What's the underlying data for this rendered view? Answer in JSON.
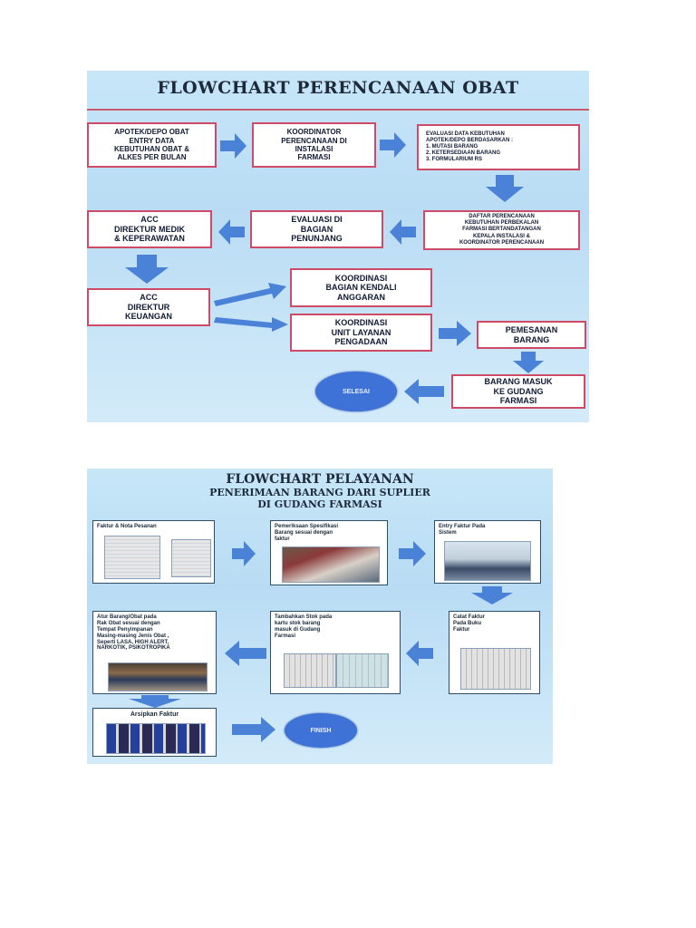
{
  "flowchart_1": {
    "title": "FLOWCHART PERENCANAAN OBAT",
    "boxes": {
      "apotek": "APOTEK/DEPO OBAT\nENTRY DATA\nKEBUTUHAN OBAT &\nALKES PER BULAN",
      "koordinator": "KOORDINATOR\nPERENCANAAN DI\nINSTALASI\nFARMASI",
      "evaluasi_data": "EVALUASI DATA KEBUTUHAN\nAPOTEK/DEPO BERDASARKAN :\n1.   MUTASI BARANG\n2.   KETERSEDIAAN BARANG\n3.   FORMULARIUM RS",
      "daftar": "DAFTAR PERENCANAAN\nKEBUTUHAN PERBEKALAN\nFARMASI BERTANDATANGAN\nKEPALA INSTALASI &\nKOORDINATOR PERENCANAAN",
      "evaluasi_bagian": "EVALUASI DI\nBAGIAN\nPENUNJANG",
      "acc_medik": "ACC\nDIREKTUR MEDIK\n& KEPERAWATAN",
      "acc_keuangan": "ACC\nDIREKTUR\nKEUANGAN",
      "kendali": "KOORDINASI\nBAGIAN KENDALI\nANGGARAN",
      "pengadaan": "KOORDINASI\nUNIT LAYANAN\nPENGADAAN",
      "pemesanan": "PEMESANAN\nBARANG",
      "barang_masuk": "BARANG MASUK\nKE GUDANG\nFARMASI"
    },
    "end_label": "SELESAI"
  },
  "flowchart_2": {
    "title_line1": "FLOWCHART PELAYANAN",
    "title_line2": "PENERIMAAN BARANG DARI SUPLIER",
    "title_line3": "DI GUDANG FARMASI",
    "steps": {
      "faktur_nota": "Faktur & Nota Pesanan",
      "pemeriksaan": "Pemeriksaan Spesifikasi\nBarang sesuai dengan\nfaktur",
      "entry_faktur": "Entry Faktur Pada\nSistem",
      "catat_faktur": "Catat Faktur\nPada Buku\nFaktur",
      "tambah_stok": "Tambahkan Stok pada\nkartu stok barang\nmasuk di Gudang\nFarmasi",
      "atur_barang": "Atur Barang/Obat pada\nRak Obat sesuai dengan\nTempat Penyimpanan\nMasing-masing Jenis Obat ,\nSeperti LASA, HIGH ALERT,\nNARKOTIK, PSIKOTROPIKA",
      "arsipkan": "Arsipkan Faktur"
    },
    "end_label": "FINISH"
  },
  "colors": {
    "arrow": "#4a82d8",
    "box_border_1": "#cf4a66",
    "oval": "#3f72d6",
    "panel_bg": "#c7e6f8"
  }
}
